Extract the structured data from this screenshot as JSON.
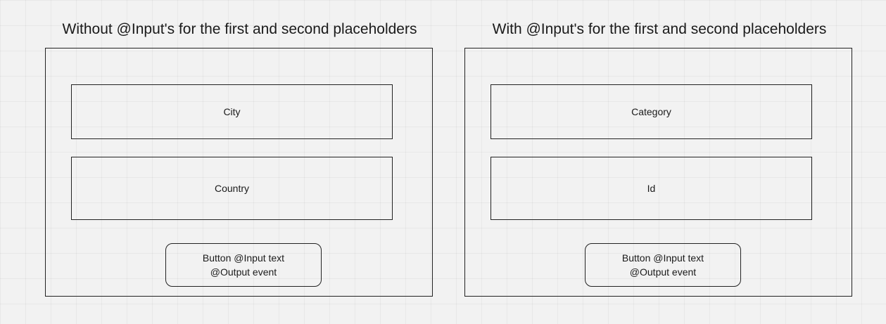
{
  "left_panel": {
    "title": "Without @Input's for the first and second placeholders",
    "first_placeholder": "City",
    "second_placeholder": "Country",
    "button": {
      "line1": "Button @Input text",
      "line2": "@Output event"
    }
  },
  "right_panel": {
    "title": "With @Input's for the first and second placeholders",
    "first_placeholder": "Category",
    "second_placeholder": "Id",
    "button": {
      "line1": "Button @Input text",
      "line2": "@Output event"
    }
  },
  "colors": {
    "background": "#f2f2f2",
    "stroke": "#222222",
    "text": "#1a1a1a"
  }
}
